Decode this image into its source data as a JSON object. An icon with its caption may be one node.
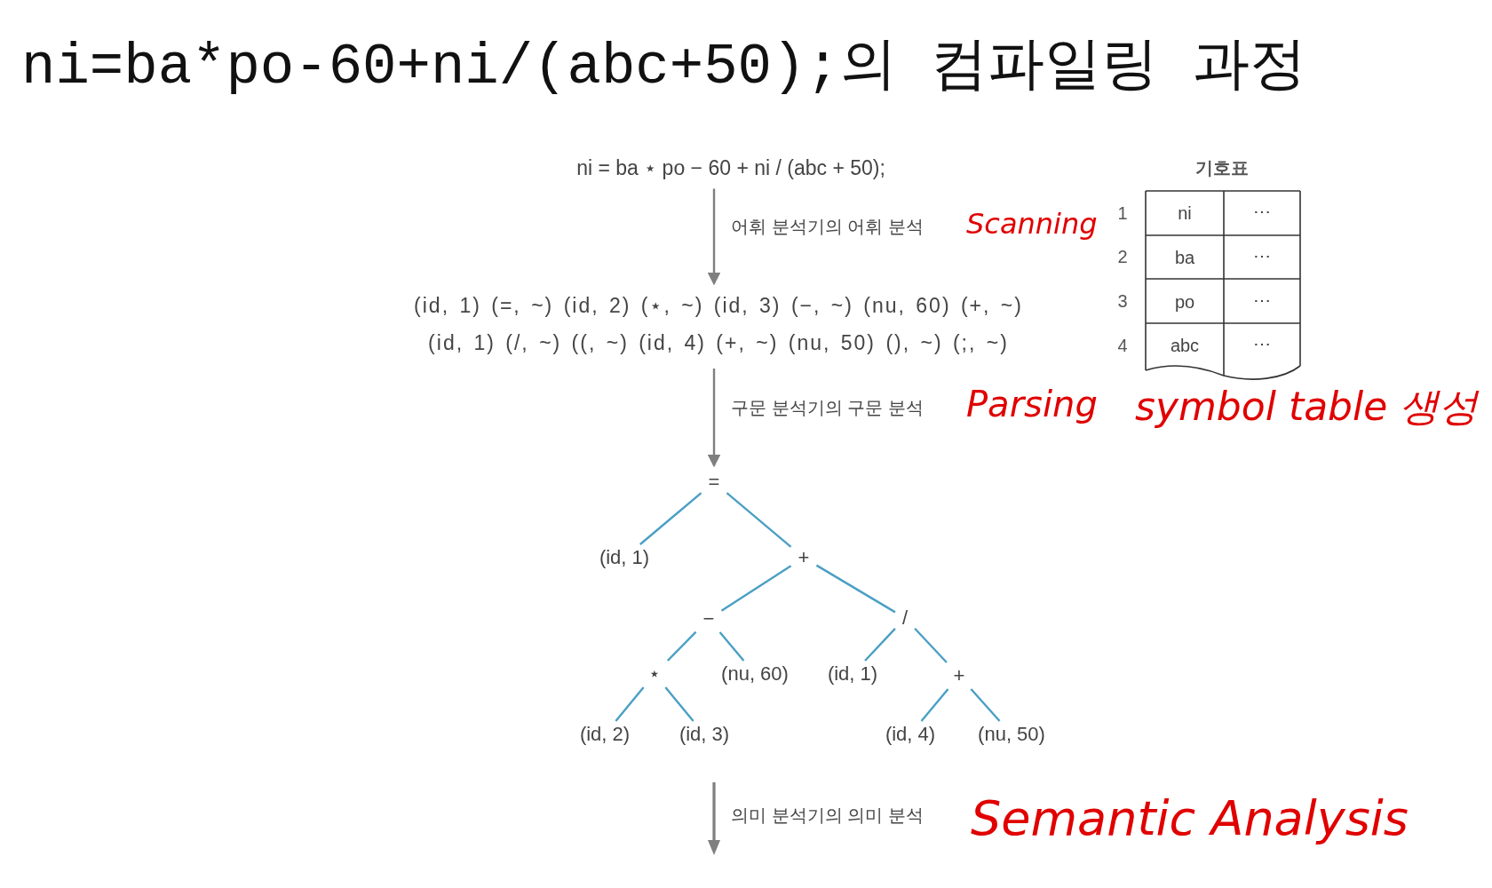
{
  "diagram": {
    "title": "ni=ba*po-60+ni/(abc+50);의 컴파일링 과정",
    "nodes": [
      {
        "text": [
          "ni = ba ⋆ po − 60 + ni / (abc + 50);"
        ]
      },
      {
        "text": [
          "(id, 1) (=, ~) (id, 2) (⋆, ~) (id, 3) (−, ~) (nu, 60) (+, ~)",
          "(id, 1) (/, ~) ((, ~) (id, 4) (+, ~) (nu, 50) (), ~) (;, ~)"
        ]
      },
      {
        "text": [
          "="
        ]
      },
      {
        "text": [
          "(id, 1)"
        ]
      },
      {
        "text": [
          "+"
        ]
      },
      {
        "text": [
          "−"
        ]
      },
      {
        "text": [
          "/"
        ]
      },
      {
        "text": [
          "⋆"
        ]
      },
      {
        "text": [
          "(nu, 60)"
        ]
      },
      {
        "text": [
          "(id, 1)"
        ]
      },
      {
        "text": [
          "+"
        ]
      },
      {
        "text": [
          "(id, 2)"
        ]
      },
      {
        "text": [
          "(id, 3)"
        ]
      },
      {
        "text": [
          "(id, 4)"
        ]
      },
      {
        "text": [
          "(nu, 50)"
        ]
      },
      {
        "text": [
          "기호표"
        ]
      }
    ],
    "edges": [
      {
        "from": 0,
        "to": 1,
        "arrow": "to",
        "label": "어휘 분석기의 어휘 분석",
        "color": "#7f7f7f"
      },
      {
        "from": 1,
        "to": 2,
        "arrow": "to",
        "label": "구문 분석기의 구문 분석",
        "color": "#7f7f7f"
      },
      {
        "from": 2,
        "to": 3,
        "arrow": "none"
      },
      {
        "from": 2,
        "to": 4,
        "arrow": "none"
      },
      {
        "from": 4,
        "to": 5,
        "arrow": "none"
      },
      {
        "from": 4,
        "to": 6,
        "arrow": "none"
      },
      {
        "from": 5,
        "to": 7,
        "arrow": "none"
      },
      {
        "from": 5,
        "to": 8,
        "arrow": "none"
      },
      {
        "from": 6,
        "to": 9,
        "arrow": "none"
      },
      {
        "from": 6,
        "to": 10,
        "arrow": "none"
      },
      {
        "from": 7,
        "to": 11,
        "arrow": "none"
      },
      {
        "from": 7,
        "to": 12,
        "arrow": "none"
      },
      {
        "from": 10,
        "to": 13,
        "arrow": "none"
      },
      {
        "from": 10,
        "to": 14,
        "arrow": "none"
      }
    ],
    "labels": [
      "1",
      "ni",
      "⋯",
      "2",
      "ba",
      "⋯",
      "3",
      "po",
      "⋯",
      "4",
      "abc",
      "⋯",
      "Scanning",
      "Parsing",
      "symbol table 생성",
      "의미 분석기의 의미 분석",
      "Semantic Analysis"
    ]
  }
}
